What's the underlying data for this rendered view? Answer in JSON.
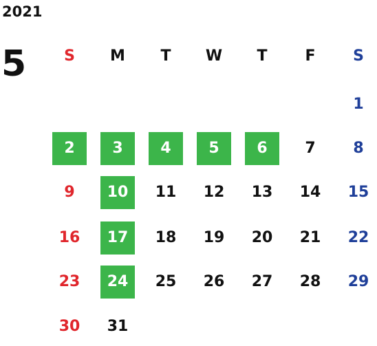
{
  "calendar": {
    "year": "2021",
    "month": "5",
    "weekdays": [
      "S",
      "M",
      "T",
      "W",
      "T",
      "F",
      "S"
    ],
    "weeks": [
      [
        null,
        null,
        null,
        null,
        null,
        null,
        "1"
      ],
      [
        "2",
        "3",
        "4",
        "5",
        "6",
        "7",
        "8"
      ],
      [
        "9",
        "10",
        "11",
        "12",
        "13",
        "14",
        "15"
      ],
      [
        "16",
        "17",
        "18",
        "19",
        "20",
        "21",
        "22"
      ],
      [
        "23",
        "24",
        "25",
        "26",
        "27",
        "28",
        "29"
      ],
      [
        "30",
        "31",
        null,
        null,
        null,
        null,
        null
      ]
    ],
    "highlighted_days": [
      "2",
      "3",
      "4",
      "5",
      "6",
      "10",
      "17",
      "24"
    ]
  },
  "colors": {
    "sunday": "#e0262c",
    "saturday": "#1f3f99",
    "weekday": "#111111",
    "highlight_fill": "#3cb54a",
    "highlight_text": "#ffffff"
  }
}
